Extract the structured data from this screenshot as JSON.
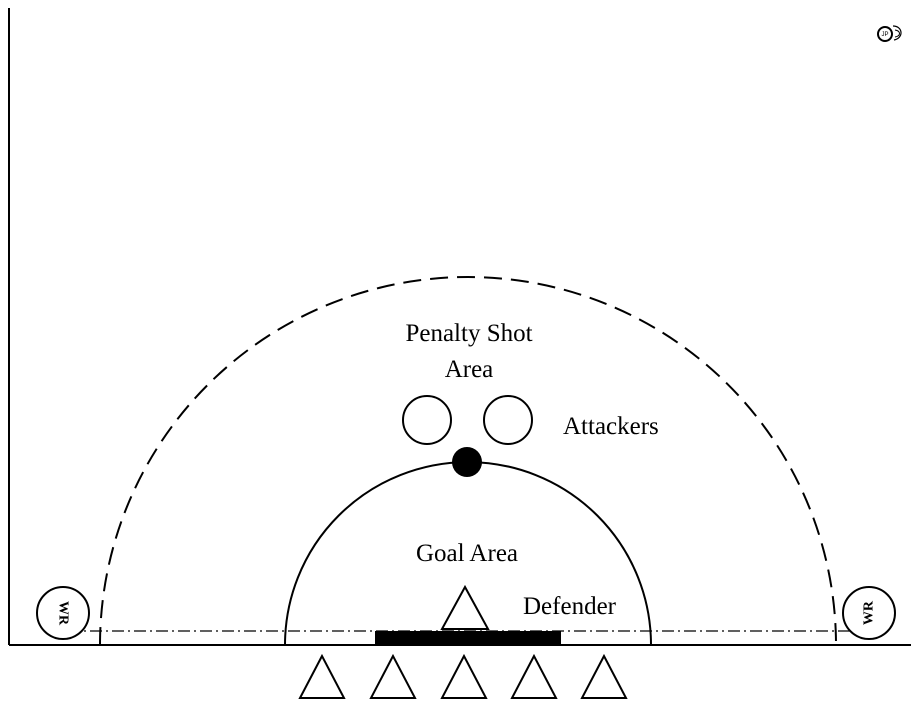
{
  "diagram": {
    "labels": {
      "penalty_line1": "Penalty Shot",
      "penalty_line2": "Area",
      "attackers": "Attackers",
      "goal_area": "Goal Area",
      "defender": "Defender",
      "wr_left": "WR",
      "wr_right": "WR"
    },
    "logo": {
      "text": "JP"
    },
    "colors": {
      "line": "#000000",
      "background": "#ffffff",
      "filled_marker": "#000000"
    }
  }
}
